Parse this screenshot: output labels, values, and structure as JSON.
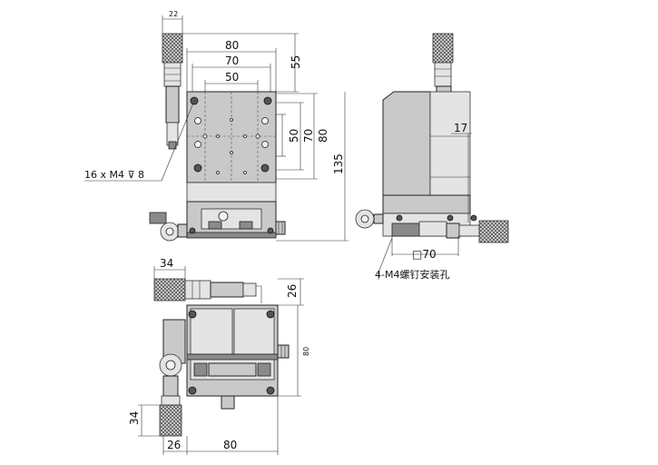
{
  "front_view": {
    "dims": {
      "top_small": "22",
      "width_80": "80",
      "width_70": "70",
      "width_50": "50",
      "height_55": "55",
      "vert_50": "50",
      "vert_70": "70",
      "vert_80": "80",
      "height_135": "135"
    },
    "hole_note": "16 x  M4 ⊽ 8"
  },
  "side_view": {
    "dims": {
      "dim_17": "17",
      "square_70": "□70"
    },
    "mount_note": "4-M4螺钉安装孔"
  },
  "top_view": {
    "dims": {
      "dim_34_top": "34",
      "dim_26_right": "26",
      "dim_80_right": "80",
      "dim_34_left": "34",
      "dim_26_bottom": "26",
      "dim_80_bottom": "80"
    }
  }
}
